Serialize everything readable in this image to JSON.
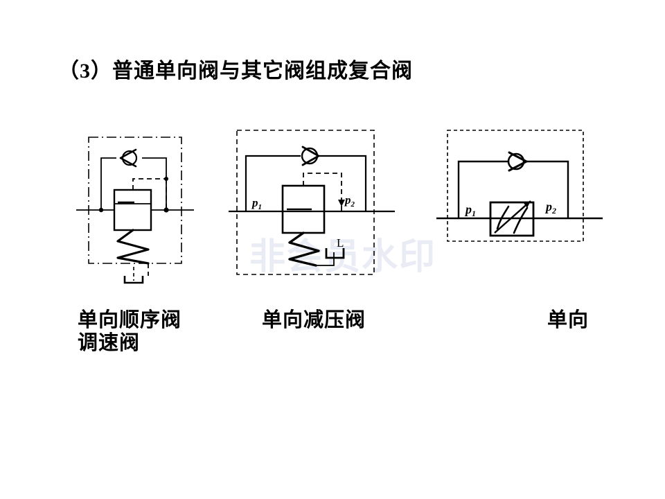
{
  "slide": {
    "title": "（3）普通单向阀与其它阀组成复合阀",
    "background_color": "#ffffff",
    "line_color": "#000000"
  },
  "watermark": {
    "text": "非会员水印",
    "color": "#e9ecf4"
  },
  "figures": [
    {
      "id": "sequence-valve",
      "name": "单向顺序阀",
      "caption_line1": "单向顺序阀",
      "caption_line2": "调速阀",
      "symbols": [
        "check-valve",
        "sequence-valve-body",
        "spring",
        "drain-port"
      ],
      "labels": []
    },
    {
      "id": "reducing-valve",
      "name": "单向减压阀",
      "caption_line1": "单向减压阀",
      "caption_line2": "",
      "symbols": [
        "check-valve",
        "reducing-valve-body",
        "spring",
        "drain-port",
        "pilot-line"
      ],
      "labels": [
        {
          "text": "p",
          "sub": "1",
          "role": "inlet-pressure"
        },
        {
          "text": "p",
          "sub": "2",
          "role": "outlet-pressure"
        },
        {
          "text": "L",
          "sub": "",
          "role": "drain-port-label"
        }
      ]
    },
    {
      "id": "throttle-valve",
      "name": "单向调速阀",
      "caption_line1": "单向",
      "caption_line2": "",
      "symbols": [
        "check-valve",
        "throttle-valve-body"
      ],
      "labels": [
        {
          "text": "p",
          "sub": "1",
          "role": "inlet-pressure"
        },
        {
          "text": "p",
          "sub": "2",
          "role": "outlet-pressure"
        }
      ]
    }
  ]
}
